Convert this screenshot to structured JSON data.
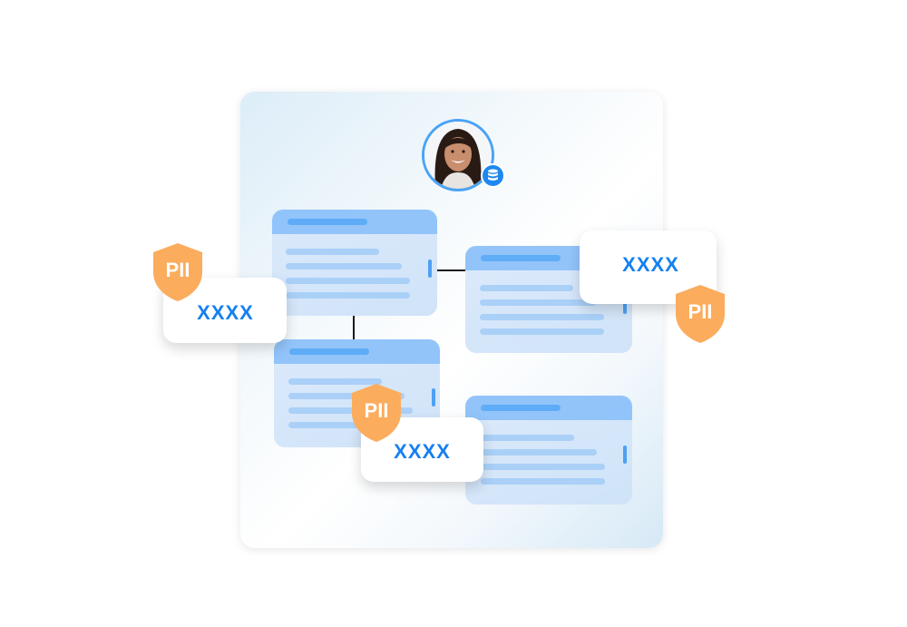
{
  "panel": {
    "name": "data-lineage-panel"
  },
  "avatar": {
    "icon": "person-avatar",
    "badge_icon": "database-icon"
  },
  "cards": [
    {
      "id": "card-1",
      "icon": "table-card"
    },
    {
      "id": "card-2",
      "icon": "table-card"
    },
    {
      "id": "card-3",
      "icon": "table-card"
    },
    {
      "id": "card-4",
      "icon": "table-card"
    }
  ],
  "tags": [
    {
      "masked_value": "XXXX",
      "badge": "PII"
    },
    {
      "masked_value": "XXXX",
      "badge": "PII"
    },
    {
      "masked_value": "XXXX",
      "badge": "PII"
    }
  ],
  "colors": {
    "accent_blue": "#1580f0",
    "shield_orange": "#fbac5d",
    "card_header": "#8fc3fa",
    "card_body": "#dbeafb",
    "avatar_ring": "#4aa3f5"
  }
}
